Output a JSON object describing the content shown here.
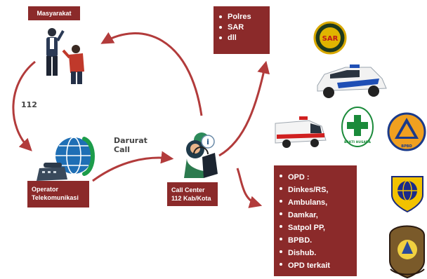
{
  "nodes": {
    "masyarakat": "Masyarakat",
    "operator": [
      "Operator",
      "Telekomunikasi"
    ],
    "call_center": [
      "Call Center",
      "112 Kab/Kota"
    ]
  },
  "edge_labels": {
    "phone_number": "112",
    "darurat_call": [
      "Darurat",
      "Call"
    ]
  },
  "agencies_top": [
    "Polres",
    "SAR",
    "dll"
  ],
  "agencies_opd": [
    "OPD :",
    "Dinkes/RS,",
    "Ambulans,",
    "Damkar,",
    "Satpol PP,",
    "BPBD.",
    "Dishub.",
    "OPD terkait"
  ],
  "logos": {
    "sar": "SAR",
    "bakti_husada": "BAKTI HUSADA",
    "bpbd": "BPBD"
  },
  "colors": {
    "box": "#8b2a2a",
    "arrow": "#b23b3b"
  }
}
